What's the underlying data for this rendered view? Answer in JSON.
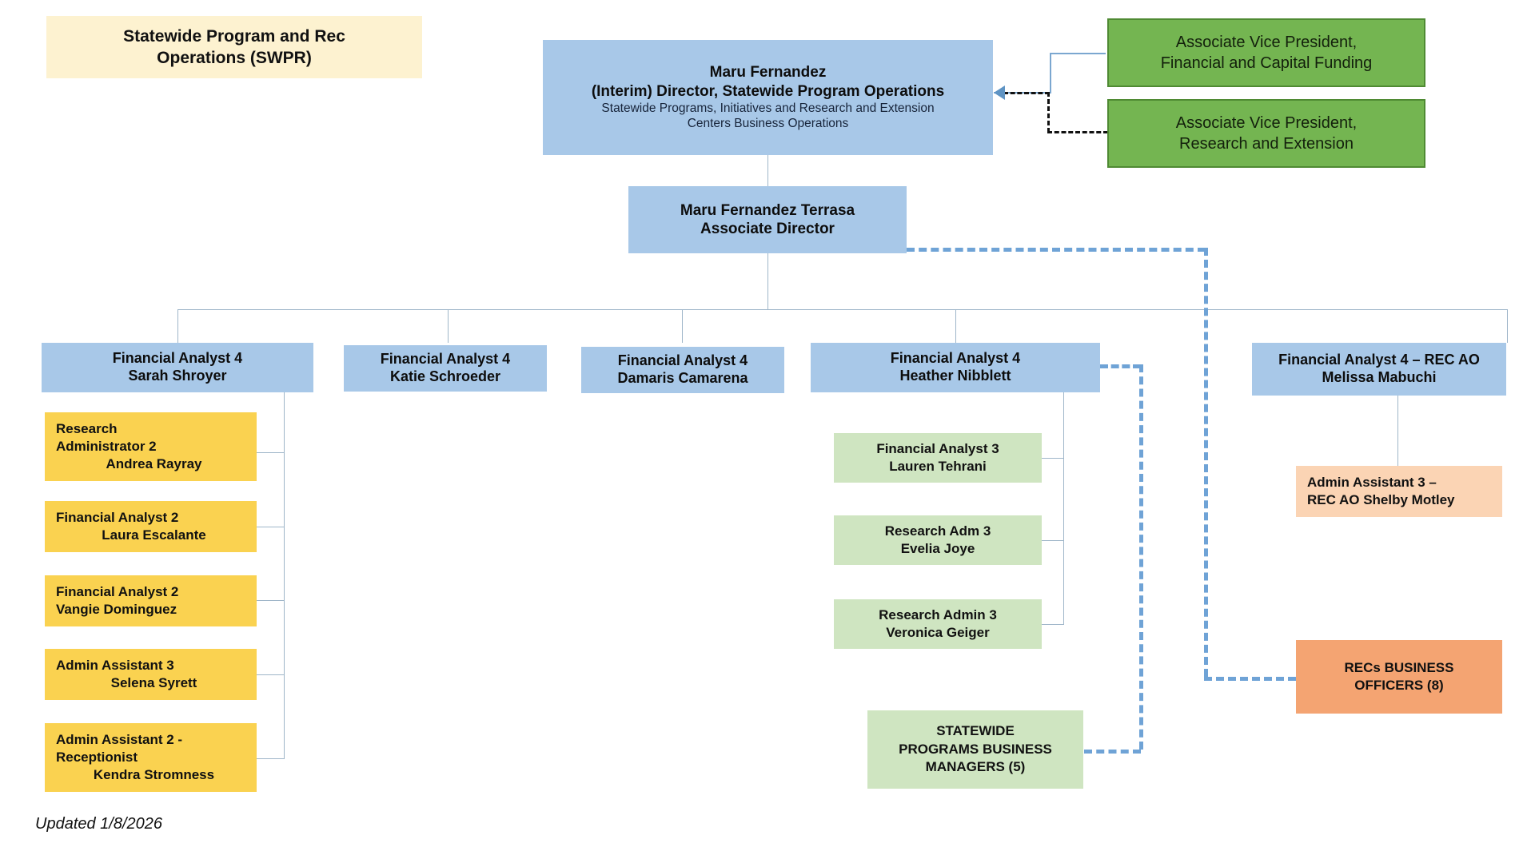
{
  "document": {
    "title_box": {
      "line1": "Statewide Program and Rec",
      "line2": "Operations (SWPR)"
    },
    "footer": "Updated 1/8/2026"
  },
  "director": {
    "name": "Maru Fernandez",
    "role": "(Interim) Director, Statewide Program Operations",
    "scope_line1": "Statewide Programs, Initiatives and Research and Extension",
    "scope_line2": "Centers Business Operations"
  },
  "reports_to": [
    {
      "line1": "Associate Vice President,",
      "line2": "Financial and Capital Funding",
      "connector": "solid-blue"
    },
    {
      "line1": "Associate Vice President,",
      "line2": "Research and Extension",
      "connector": "dashed-black"
    }
  ],
  "associate_director": {
    "name": "Maru Fernandez Terrasa",
    "role": "Associate Director"
  },
  "analysts": [
    {
      "title": "Financial Analyst 4",
      "name": "Sarah Shroyer",
      "reports": [
        {
          "line1": "Research",
          "line2": "Administrator 2",
          "line3": "Andrea Rayray",
          "color": "yellow"
        },
        {
          "line1": "Financial Analyst 2",
          "line2": "Laura Escalante",
          "color": "yellow"
        },
        {
          "line1": "Financial Analyst 2",
          "line2": "Vangie Dominguez",
          "color": "yellow"
        },
        {
          "line1": "Admin Assistant 3",
          "line2": "Selena Syrett",
          "color": "yellow"
        },
        {
          "line1": "Admin Assistant 2 -",
          "line2": "Receptionist",
          "line3": "Kendra Stromness",
          "color": "yellow"
        }
      ]
    },
    {
      "title": "Financial Analyst  4",
      "name": "Katie Schroeder",
      "reports": []
    },
    {
      "title": "Financial Analyst 4",
      "name": "Damaris Camarena",
      "reports": []
    },
    {
      "title": "Financial Analyst 4",
      "name": "Heather Nibblett",
      "reports": [
        {
          "line1": "Financial Analyst 3",
          "line2": "Lauren Tehrani",
          "color": "light-green"
        },
        {
          "line1": "Research Adm 3",
          "line2": "Evelia Joye",
          "color": "light-green"
        },
        {
          "line1": "Research Admin 3",
          "line2": "Veronica Geiger",
          "color": "light-green"
        }
      ],
      "dotted_group": {
        "line1": "STATEWIDE",
        "line2": "PROGRAMS BUSINESS",
        "line3": "MANAGERS (5)",
        "color": "light-green"
      }
    },
    {
      "title": "Financial Analyst 4 – REC AO",
      "name": "Melissa Mabuchi",
      "reports": [
        {
          "line1": "Admin Assistant 3 –",
          "line2": "REC AO  Shelby Motley",
          "color": "peach"
        }
      ],
      "dotted_group": {
        "line1": "RECs BUSINESS",
        "line2": "OFFICERS (8)",
        "color": "orange"
      }
    }
  ],
  "colors": {
    "title_bg": "#fdf2d0",
    "blue_bg": "#a8c8e8",
    "green_bg": "#74b551",
    "green_border": "#4f8a33",
    "yellow_bg": "#fad250",
    "light_green_bg": "#cfe5c1",
    "peach_bg": "#fbd4b4",
    "orange_bg": "#f4a472",
    "connector_solid": "#9fb6c9",
    "connector_blue_dashed": "#6fa3d6",
    "connector_black_dashed": "#111111"
  }
}
